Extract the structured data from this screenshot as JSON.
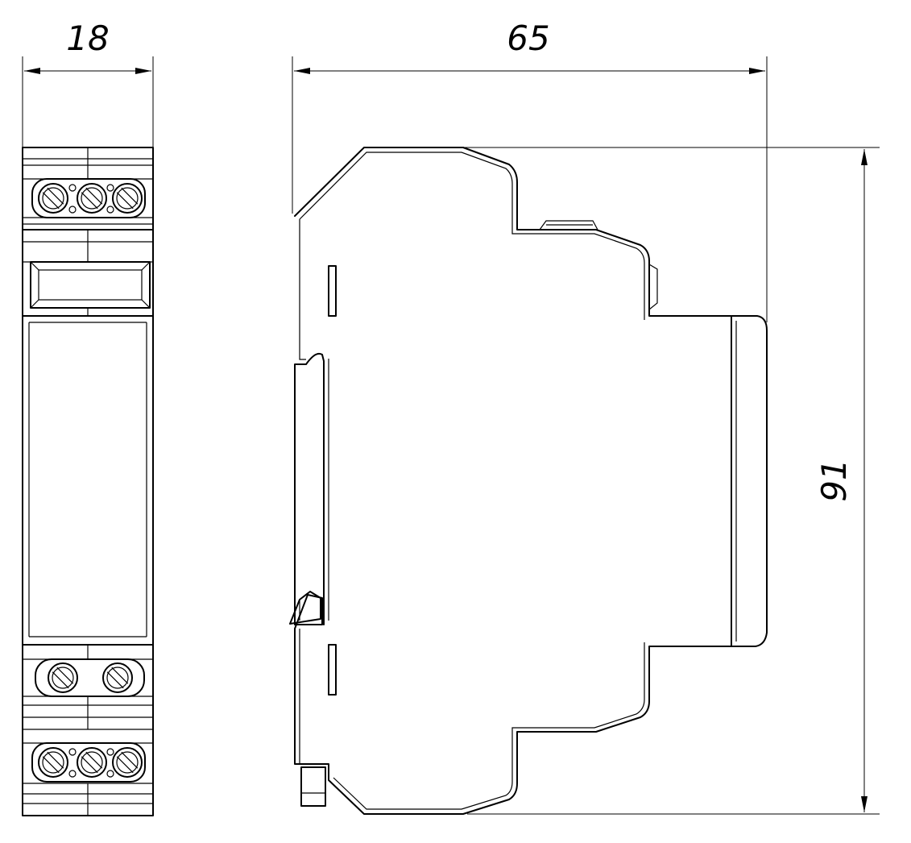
{
  "dimensions": {
    "width": "18",
    "depth": "65",
    "height": "91"
  }
}
